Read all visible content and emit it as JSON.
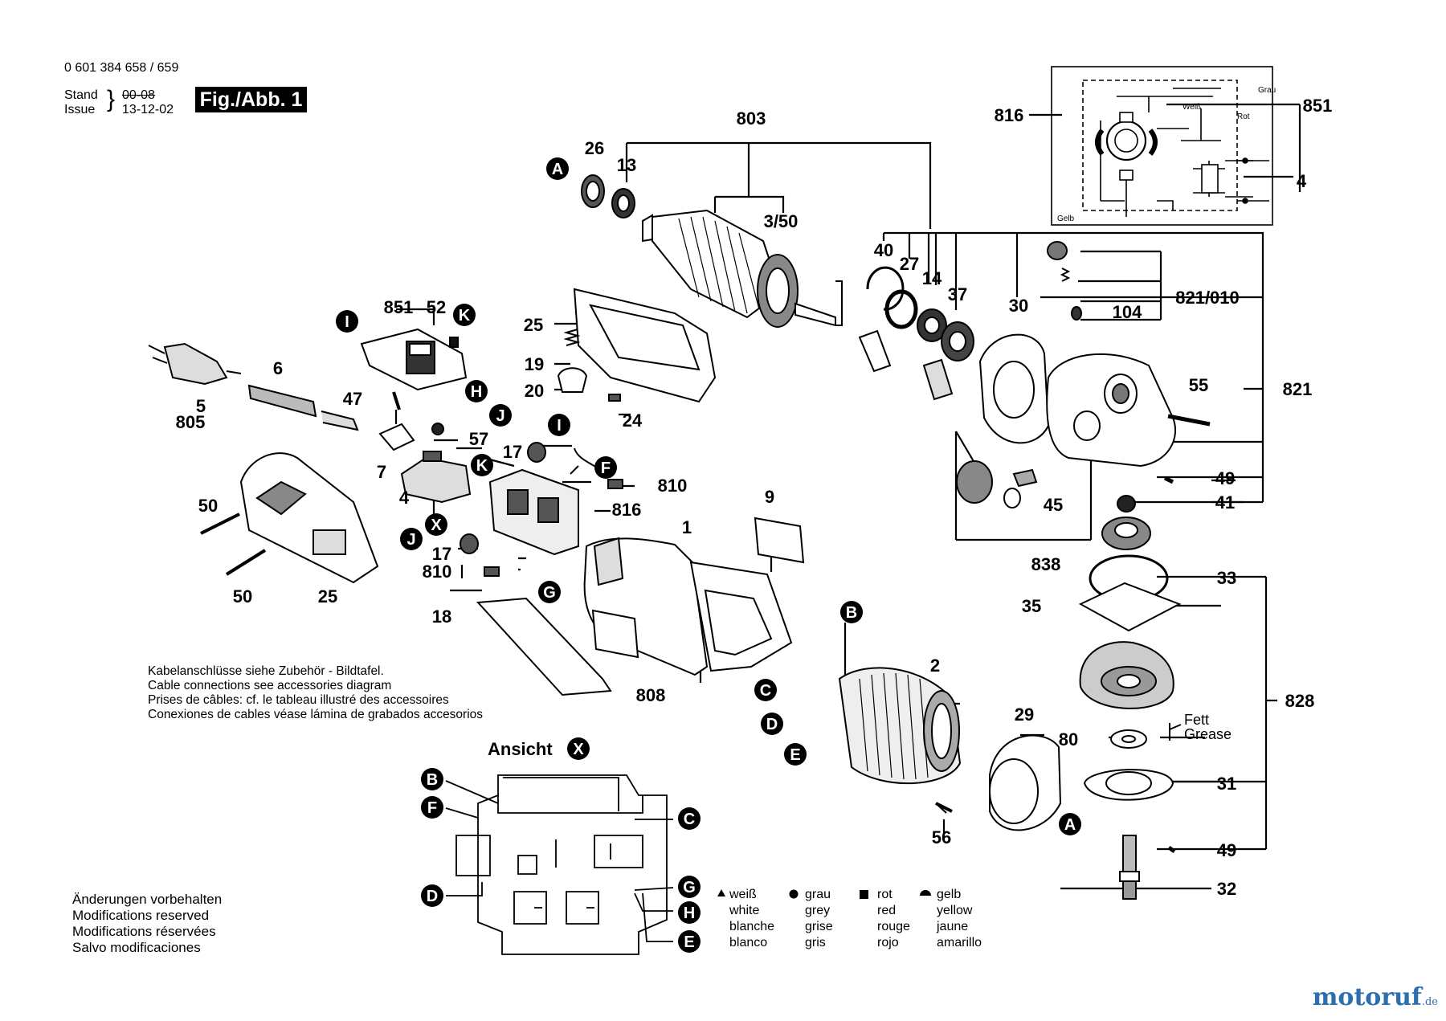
{
  "header": {
    "part_number": "0 601 384 658 / 659",
    "stand_label": "Stand",
    "issue_label": "Issue",
    "stand_value_struck": "00-08",
    "issue_value": "13-12-02",
    "figure_label": "Fig./Abb. 1"
  },
  "part_numbers": {
    "p803": "803",
    "p26": "26",
    "p13": "13",
    "p3_50": "3/50",
    "p816": "816",
    "p851": "851",
    "p4": "4",
    "p40": "40",
    "p27": "27",
    "p14": "14",
    "p37": "37",
    "p30": "30",
    "p821_010": "821/010",
    "p104": "104",
    "p821": "821",
    "p55": "55",
    "p49": "49",
    "p41": "41",
    "p45": "45",
    "p838": "838",
    "p33": "33",
    "p35": "35",
    "p828": "828",
    "p80": "80",
    "p31": "31",
    "p32": "32",
    "p29": "29",
    "p56": "56",
    "p2": "2",
    "p1": "1",
    "p9": "9",
    "p808": "808",
    "p18": "18",
    "p25": "25",
    "p19": "19",
    "p20": "20",
    "p24": "24",
    "p52": "52",
    "p47": "47",
    "p57": "57",
    "p7": "7",
    "p6": "6",
    "p5": "5",
    "p805": "805",
    "p50": "50",
    "p17": "17",
    "p810": "810"
  },
  "callouts": [
    "A",
    "B",
    "C",
    "D",
    "E",
    "F",
    "G",
    "H",
    "I",
    "J",
    "K",
    "X"
  ],
  "grease_note": {
    "de": "Fett",
    "en": "Grease"
  },
  "schematic_wire_labels": {
    "grau": "Grau",
    "weiss": "Weiß",
    "rot": "Rot",
    "gelb": "Gelb"
  },
  "cable_notes": [
    "Kabelanschlüsse siehe Zubehör - Bildtafel.",
    "Cable connections see accessories diagram",
    "Prises de câbles: cf. le tableau illustré des accessoires",
    "Conexiones de cables véase lámina de grabados accesorios"
  ],
  "inset_view": {
    "title": "Ansicht",
    "marker": "X"
  },
  "modifications_notes": [
    "Änderungen vorbehalten",
    "Modifications reserved",
    "Modifications réservées",
    "Salvo modificaciones"
  ],
  "wire_colour_legend": [
    {
      "symbol": "triangle",
      "lines": [
        "weiß",
        "white",
        "blanche",
        "blanco"
      ]
    },
    {
      "symbol": "dot",
      "lines": [
        "grau",
        "grey",
        "grise",
        "gris"
      ]
    },
    {
      "symbol": "square",
      "lines": [
        "rot",
        "red",
        "rouge",
        "rojo"
      ]
    },
    {
      "symbol": "half-circle",
      "lines": [
        "gelb",
        "yellow",
        "jaune",
        "amarillo"
      ]
    }
  ],
  "watermark": {
    "brand": "motoruf",
    "tld": ".de"
  },
  "colors": {
    "ink": "#000000",
    "paper": "#ffffff",
    "watermark": "#2a6fb0"
  }
}
